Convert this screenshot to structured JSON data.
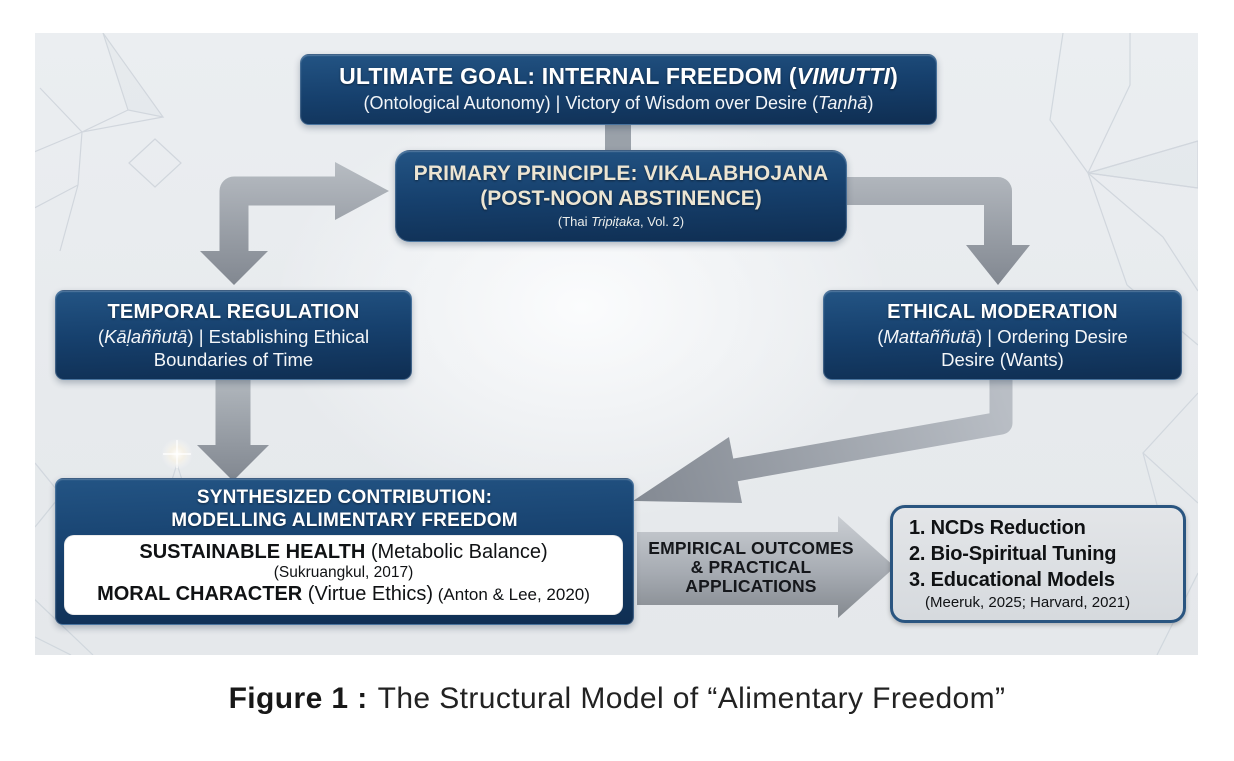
{
  "colors": {
    "navy_top": "#235484",
    "navy_mid": "#16406d",
    "navy_bottom": "#0f2e52",
    "cream_text": "#ece5d3",
    "ncd_border": "#2a5580",
    "ncd_bg": "#d6dade",
    "text_dark": "#15171b",
    "arrow_gray": "#8f959d",
    "canvas_bg": "#e9ecef"
  },
  "figure": {
    "caption_label": "Figure 1 :",
    "caption_text": "The Structural Model of “Alimentary Freedom”"
  },
  "diagram": {
    "ultimate_goal": {
      "title_pre": "ULTIMATE GOAL: INTERNAL FREEDOM (",
      "title_italic": "VIMUTTI",
      "title_post": ")",
      "sub_pre": "(Ontological Autonomy) | Victory of Wisdom over Desire (",
      "sub_italic": "Taṇhā",
      "sub_post": ")"
    },
    "primary_principle": {
      "title_line1": "PRIMARY PRINCIPLE: VIKALABHOJANA",
      "title_line2": "(POST-NOON ABSTINENCE)",
      "source_pre": "(Thai ",
      "source_italic": "Tripiṭaka",
      "source_post": ", Vol. 2)"
    },
    "temporal_regulation": {
      "title": "TEMPORAL REGULATION",
      "sub_pre": "(",
      "sub_italic": "Kāḷaññutā",
      "sub_post": ") | Establishing Ethical",
      "sub_line2": "Boundaries of Time"
    },
    "ethical_moderation": {
      "title": "ETHICAL MODERATION",
      "sub_pre": "(",
      "sub_italic": "Mattaññutā",
      "sub_post": ") | Ordering Desire",
      "sub_line2": "Desire (Wants)"
    },
    "synthesized_contribution": {
      "header_line1": "SYNTHESIZED CONTRIBUTION:",
      "header_line2": "MODELLING ALIMENTARY FREEDOM",
      "item1_bold": "SUSTAINABLE HEALTH",
      "item1_normal": " (Metabolic Balance)",
      "item1_citation": "(Sukruangkul, 2017)",
      "item2_bold": "MORAL CHARACTER",
      "item2_normal": " (Virtue Ethics)",
      "item2_citation": " (Anton & Lee, 2020)"
    },
    "empirical_arrow": {
      "line1": "EMPIRICAL OUTCOMES",
      "line2": "& PRACTICAL",
      "line3": "APPLICATIONS"
    },
    "outcomes": {
      "items": [
        "1. NCDs Reduction",
        "2. Bio-Spiritual Tuning",
        "3. Educational Models"
      ],
      "citation": "(Meeruk, 2025; Harvard, 2021)"
    }
  }
}
